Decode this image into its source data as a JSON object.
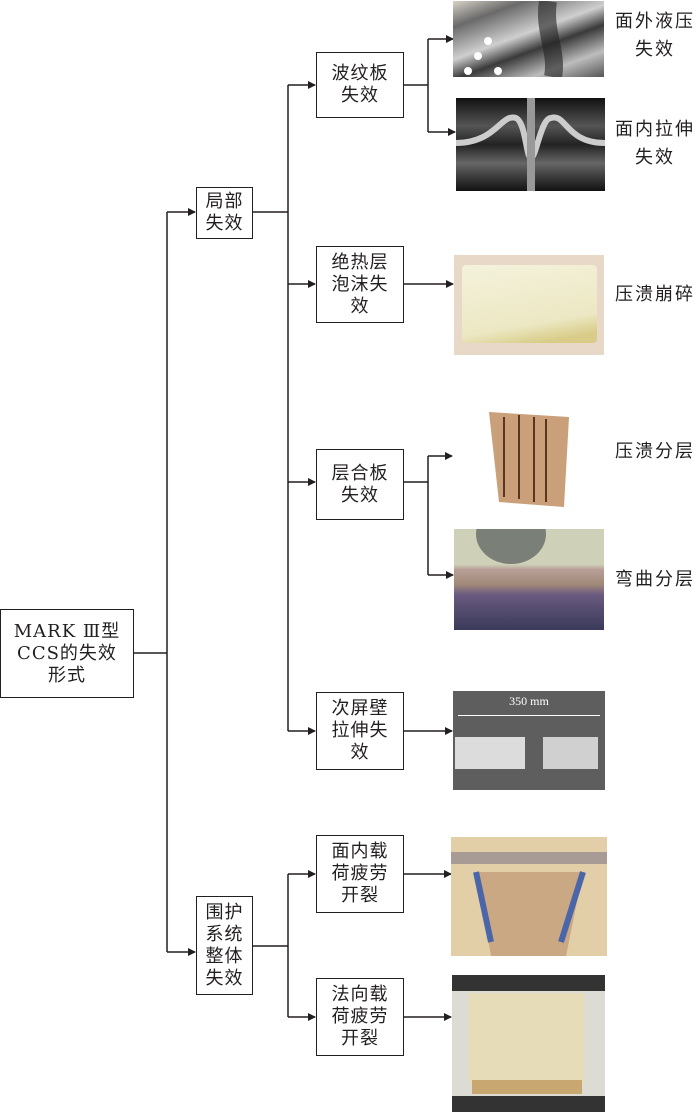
{
  "root": {
    "label": "MARK Ⅲ型\nCCS的失效\n形式"
  },
  "level1": [
    {
      "label": "局部\n失效"
    },
    {
      "label": "围护\n系统\n整体\n失效"
    }
  ],
  "level2": [
    {
      "label": "波纹板\n失效"
    },
    {
      "label": "绝热层\n泡沫失\n效"
    },
    {
      "label": "层合板\n失效"
    },
    {
      "label": "次屏壁\n拉伸失\n效"
    },
    {
      "label": "面内载\n荷疲劳\n开裂"
    },
    {
      "label": "法向载\n荷疲劳\n开裂"
    }
  ],
  "outcomes": [
    {
      "label": "面外液压\n失效"
    },
    {
      "label": "面内拉伸\n失效"
    },
    {
      "label": "压溃崩碎"
    },
    {
      "label": "压溃分层"
    },
    {
      "label": "弯曲分层"
    }
  ],
  "photo_annotation": "350 mm"
}
